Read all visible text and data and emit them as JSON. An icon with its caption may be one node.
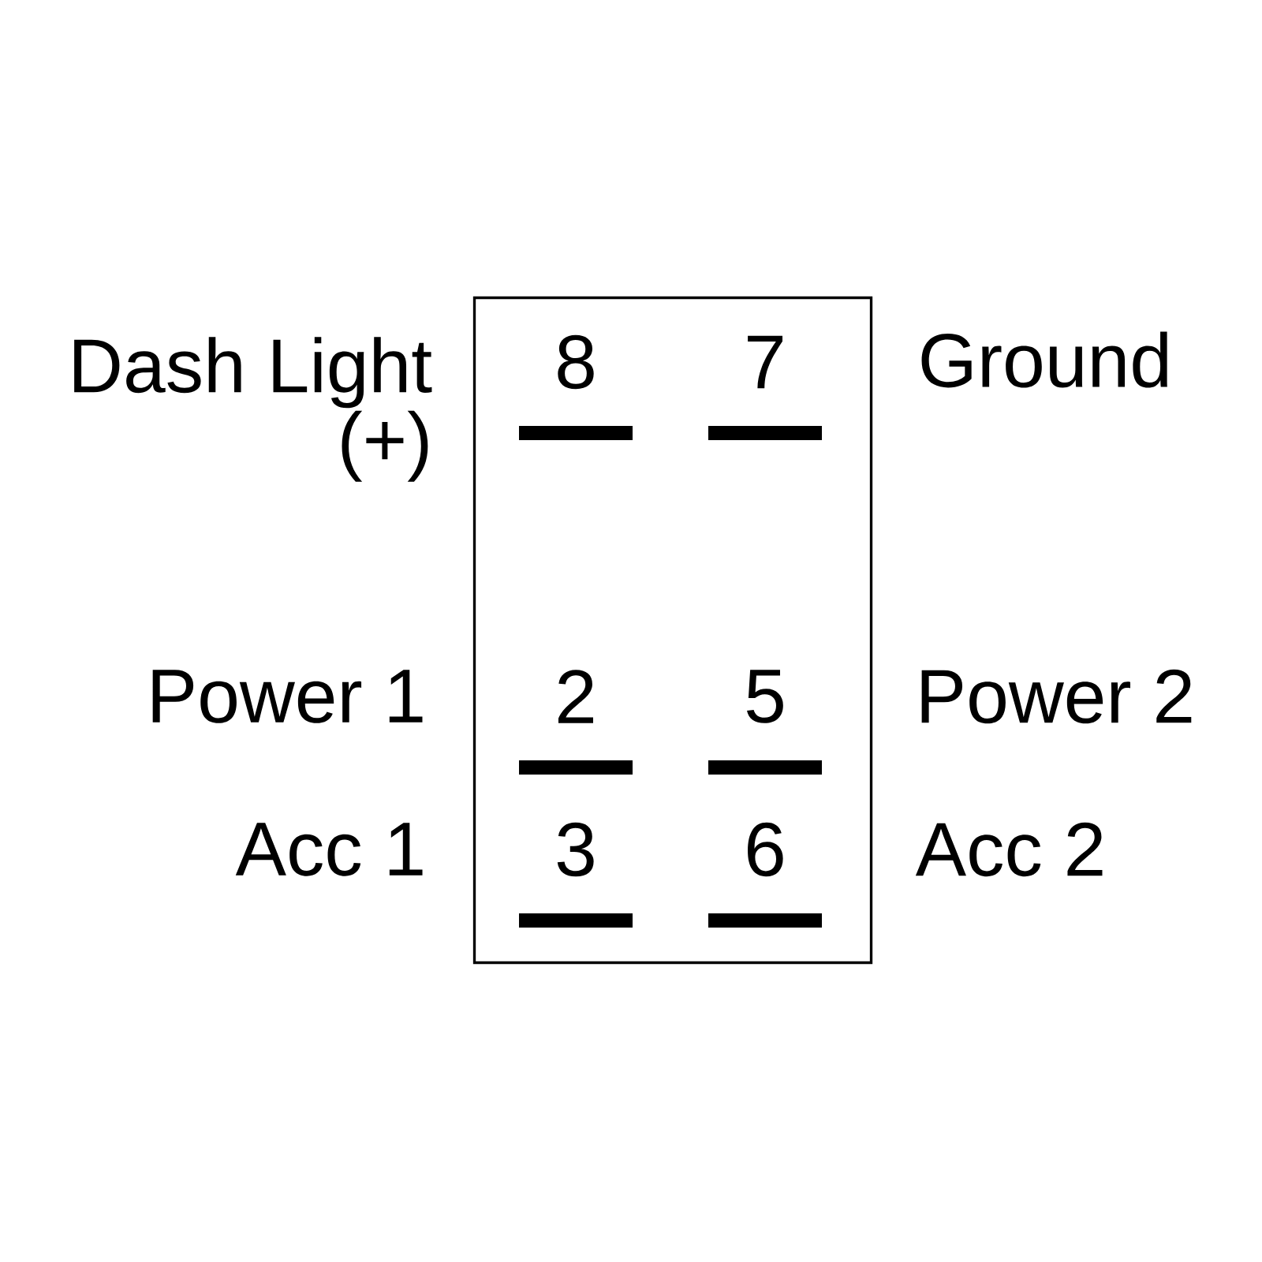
{
  "diagram": {
    "nodes": [
      {
        "text": [],
        "shape": "box"
      },
      {
        "text": [
          "8"
        ],
        "in": 0
      },
      {
        "text": [
          "7"
        ],
        "in": 0
      },
      {
        "text": [
          "2"
        ],
        "in": 0
      },
      {
        "text": [
          "5"
        ],
        "in": 0
      },
      {
        "text": [
          "3"
        ],
        "in": 0
      },
      {
        "text": [
          "6"
        ],
        "in": 0
      }
    ],
    "labels": [
      "Dash Light (+)",
      "Ground",
      "Power 1",
      "Power 2",
      "Acc 1",
      "Acc 2"
    ]
  }
}
